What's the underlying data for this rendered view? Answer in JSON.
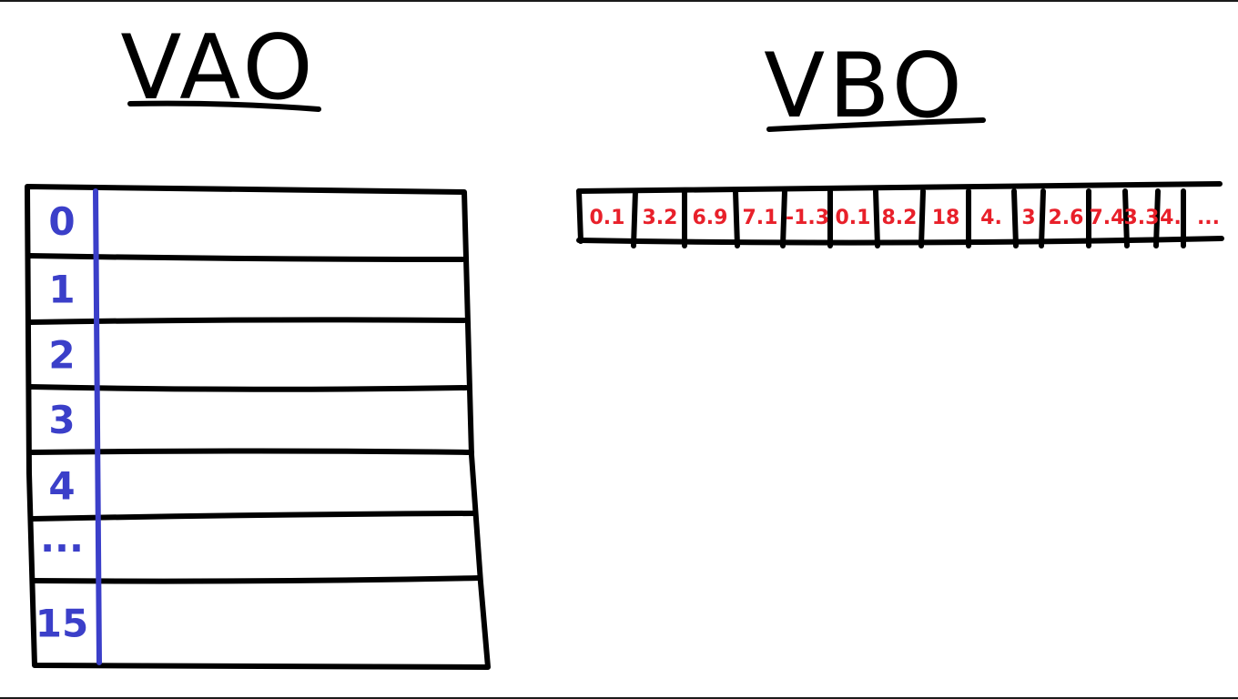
{
  "colors": {
    "ink": "#000000",
    "slot_label": "#3b3fc9",
    "divider": "#3b3fc9",
    "vbo_value": "#e8202a",
    "background": "#ffffff"
  },
  "vao": {
    "title": "VAO",
    "slots": [
      "0",
      "1",
      "2",
      "3",
      "4",
      "...",
      "15"
    ]
  },
  "vbo": {
    "title": "VBO",
    "values": [
      "0.1",
      "3.2",
      "6.9",
      "7.1",
      "-1.3",
      "0.1",
      "8.2",
      "18",
      "4.",
      "3",
      "2.6",
      "7.4",
      "3.3",
      "4.",
      "..."
    ]
  }
}
